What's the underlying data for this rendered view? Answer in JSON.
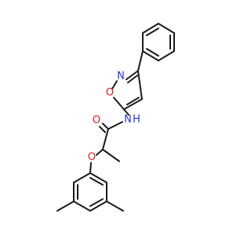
{
  "molecule": {
    "atoms": {
      "ring_oxygen": {
        "label": "O",
        "color": "#e0201b"
      },
      "ring_nitrogen": {
        "label": "N",
        "color": "#2433d6"
      },
      "amide_nitrogen": {
        "label": "N",
        "color": "#2433d6"
      },
      "amide_hydrogen": {
        "label": "H",
        "color": "#2433d6"
      },
      "carbonyl_oxygen": {
        "label": "O",
        "color": "#e0201b"
      },
      "ether_oxygen": {
        "label": "O",
        "color": "#e0201b"
      }
    },
    "bond_color": "#1a1a1a"
  }
}
